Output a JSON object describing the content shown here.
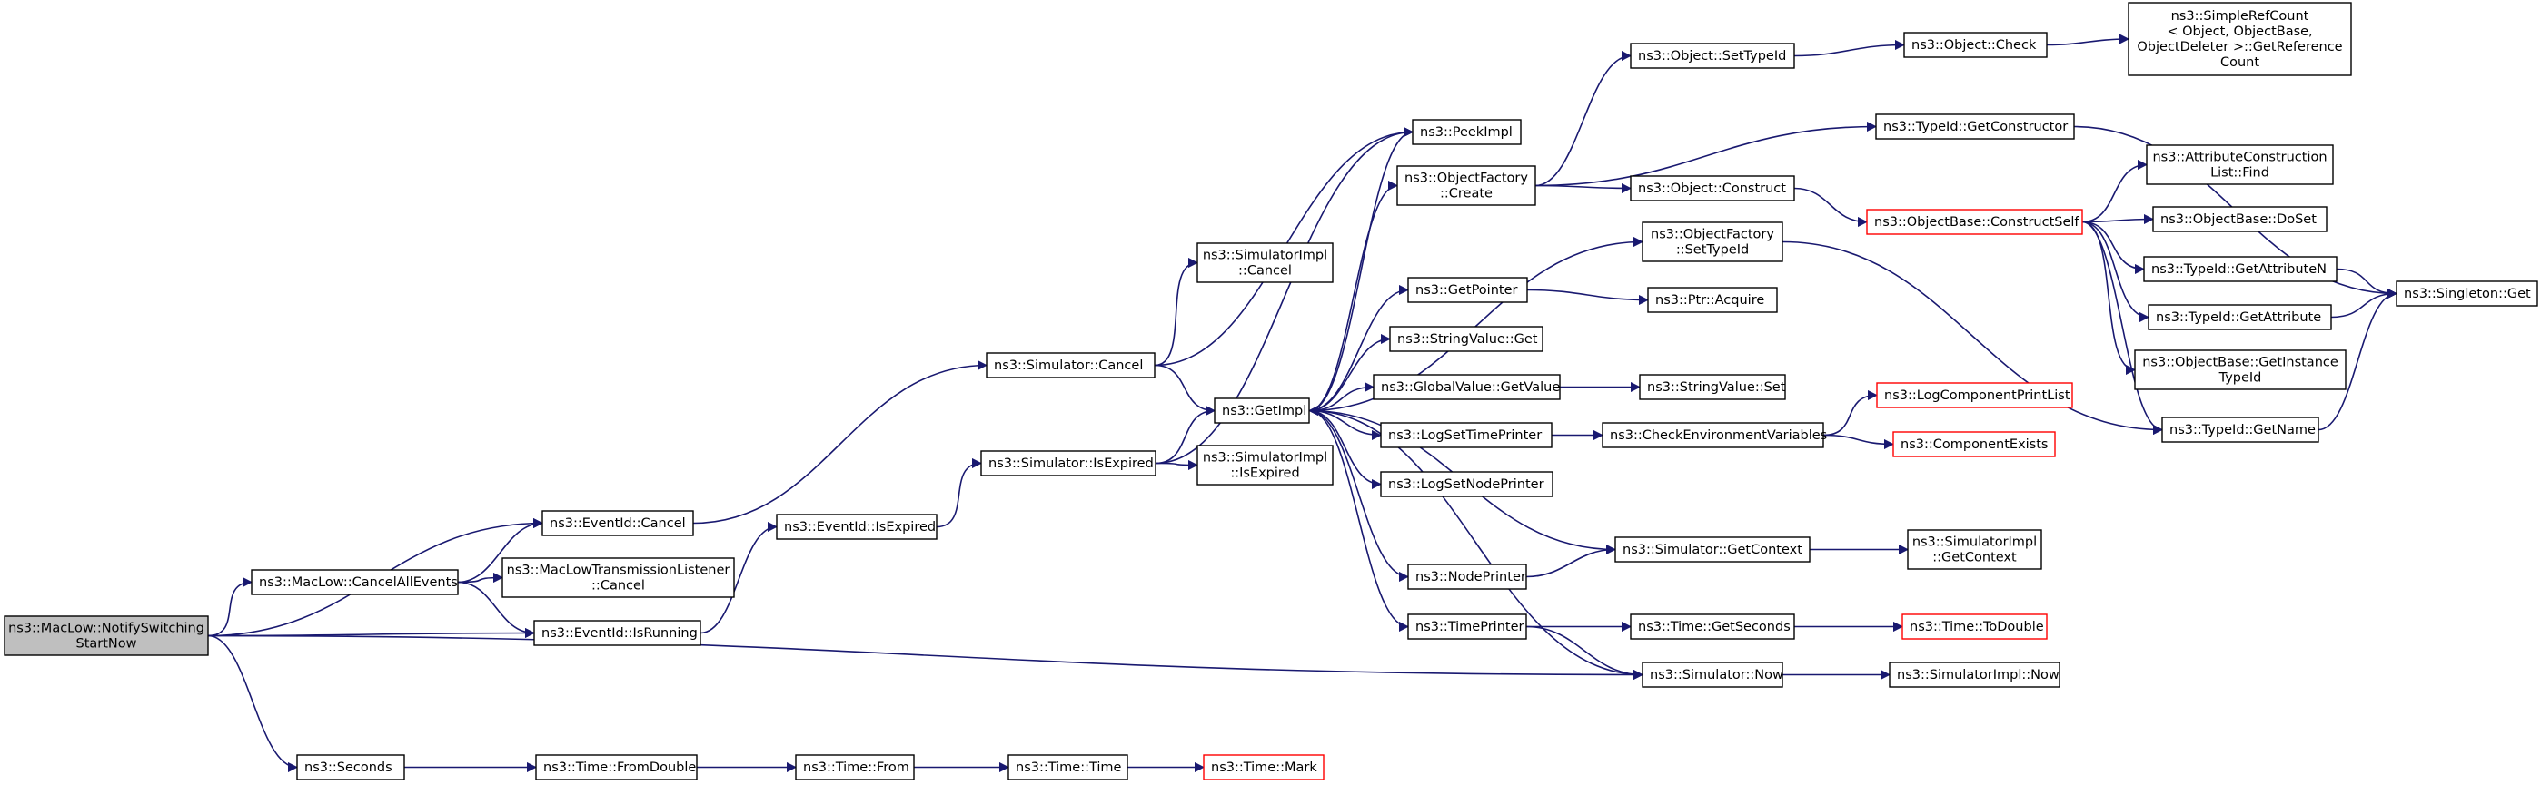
{
  "graph": {
    "nodes": [
      {
        "id": "root",
        "lines": [
          "ns3::MacLow::NotifySwitching",
          "StartNow"
        ],
        "style": "root"
      },
      {
        "id": "eventid_cancel",
        "lines": [
          "ns3::EventId::Cancel"
        ],
        "style": "normal"
      },
      {
        "id": "maclow_cancelall",
        "lines": [
          "ns3::MacLow::CancelAllEvents"
        ],
        "style": "normal"
      },
      {
        "id": "mltl_cancel",
        "lines": [
          "ns3::MacLowTransmissionListener",
          "::Cancel"
        ],
        "style": "normal"
      },
      {
        "id": "eventid_isrunning",
        "lines": [
          "ns3::EventId::IsRunning"
        ],
        "style": "normal"
      },
      {
        "id": "seconds",
        "lines": [
          "ns3::Seconds"
        ],
        "style": "normal"
      },
      {
        "id": "time_fromdouble",
        "lines": [
          "ns3::Time::FromDouble"
        ],
        "style": "normal"
      },
      {
        "id": "time_from",
        "lines": [
          "ns3::Time::From"
        ],
        "style": "normal"
      },
      {
        "id": "time_time",
        "lines": [
          "ns3::Time::Time"
        ],
        "style": "normal"
      },
      {
        "id": "time_mark",
        "lines": [
          "ns3::Time::Mark"
        ],
        "style": "red"
      },
      {
        "id": "eventid_isexpired",
        "lines": [
          "ns3::EventId::IsExpired"
        ],
        "style": "normal"
      },
      {
        "id": "sim_cancel",
        "lines": [
          "ns3::Simulator::Cancel"
        ],
        "style": "normal"
      },
      {
        "id": "sim_isexpired",
        "lines": [
          "ns3::Simulator::IsExpired"
        ],
        "style": "normal"
      },
      {
        "id": "simimpl_cancel",
        "lines": [
          "ns3::SimulatorImpl",
          "::Cancel"
        ],
        "style": "normal"
      },
      {
        "id": "getimpl",
        "lines": [
          "ns3::GetImpl"
        ],
        "style": "normal"
      },
      {
        "id": "simimpl_isexpired",
        "lines": [
          "ns3::SimulatorImpl",
          "::IsExpired"
        ],
        "style": "normal"
      },
      {
        "id": "peekimpl",
        "lines": [
          "ns3::PeekImpl"
        ],
        "style": "normal"
      },
      {
        "id": "objfactory_create",
        "lines": [
          "ns3::ObjectFactory",
          "::Create"
        ],
        "style": "normal"
      },
      {
        "id": "getpointer",
        "lines": [
          "ns3::GetPointer"
        ],
        "style": "normal"
      },
      {
        "id": "stringvalue_get",
        "lines": [
          "ns3::StringValue::Get"
        ],
        "style": "normal"
      },
      {
        "id": "globalvalue_getvalue",
        "lines": [
          "ns3::GlobalValue::GetValue"
        ],
        "style": "normal"
      },
      {
        "id": "logsettimeprinter",
        "lines": [
          "ns3::LogSetTimePrinter"
        ],
        "style": "normal"
      },
      {
        "id": "logsetnodeprinter",
        "lines": [
          "ns3::LogSetNodePrinter"
        ],
        "style": "normal"
      },
      {
        "id": "nodeprinter",
        "lines": [
          "ns3::NodePrinter"
        ],
        "style": "normal"
      },
      {
        "id": "timeprinter",
        "lines": [
          "ns3::TimePrinter"
        ],
        "style": "normal"
      },
      {
        "id": "obj_settypeid",
        "lines": [
          "ns3::Object::SetTypeId"
        ],
        "style": "normal"
      },
      {
        "id": "obj_construct",
        "lines": [
          "ns3::Object::Construct"
        ],
        "style": "normal"
      },
      {
        "id": "objfactory_settypeid",
        "lines": [
          "ns3::ObjectFactory",
          "::SetTypeId"
        ],
        "style": "normal"
      },
      {
        "id": "ptr_acquire",
        "lines": [
          "ns3::Ptr::Acquire"
        ],
        "style": "normal"
      },
      {
        "id": "stringvalue_set",
        "lines": [
          "ns3::StringValue::Set"
        ],
        "style": "normal"
      },
      {
        "id": "checkenv",
        "lines": [
          "ns3::CheckEnvironmentVariables"
        ],
        "style": "normal"
      },
      {
        "id": "sim_getcontext",
        "lines": [
          "ns3::Simulator::GetContext"
        ],
        "style": "normal"
      },
      {
        "id": "time_getseconds",
        "lines": [
          "ns3::Time::GetSeconds"
        ],
        "style": "normal"
      },
      {
        "id": "sim_now",
        "lines": [
          "ns3::Simulator::Now"
        ],
        "style": "normal"
      },
      {
        "id": "obj_check",
        "lines": [
          "ns3::Object::Check"
        ],
        "style": "normal"
      },
      {
        "id": "typeid_getconstructor",
        "lines": [
          "ns3::TypeId::GetConstructor"
        ],
        "style": "normal"
      },
      {
        "id": "objbase_constructself",
        "lines": [
          "ns3::ObjectBase::ConstructSelf"
        ],
        "style": "red"
      },
      {
        "id": "logcomponentprintlist",
        "lines": [
          "ns3::LogComponentPrintList"
        ],
        "style": "red"
      },
      {
        "id": "componentexists",
        "lines": [
          "ns3::ComponentExists"
        ],
        "style": "red"
      },
      {
        "id": "simimpl_getcontext",
        "lines": [
          "ns3::SimulatorImpl",
          "::GetContext"
        ],
        "style": "normal"
      },
      {
        "id": "time_todouble",
        "lines": [
          "ns3::Time::ToDouble"
        ],
        "style": "red"
      },
      {
        "id": "simimpl_now",
        "lines": [
          "ns3::SimulatorImpl::Now"
        ],
        "style": "normal"
      },
      {
        "id": "simplerefcount",
        "lines": [
          "ns3::SimpleRefCount",
          "< Object, ObjectBase,",
          "ObjectDeleter >::GetReference",
          "Count"
        ],
        "style": "normal"
      },
      {
        "id": "attrconstruction_find",
        "lines": [
          "ns3::AttributeConstruction",
          "List::Find"
        ],
        "style": "normal"
      },
      {
        "id": "objbase_doset",
        "lines": [
          "ns3::ObjectBase::DoSet"
        ],
        "style": "normal"
      },
      {
        "id": "typeid_getattributen",
        "lines": [
          "ns3::TypeId::GetAttributeN"
        ],
        "style": "normal"
      },
      {
        "id": "typeid_getattribute",
        "lines": [
          "ns3::TypeId::GetAttribute"
        ],
        "style": "normal"
      },
      {
        "id": "objbase_getinstancetypeid",
        "lines": [
          "ns3::ObjectBase::GetInstance",
          "TypeId"
        ],
        "style": "normal"
      },
      {
        "id": "typeid_getname",
        "lines": [
          "ns3::TypeId::GetName"
        ],
        "style": "normal"
      },
      {
        "id": "singleton_get",
        "lines": [
          "ns3::Singleton::Get"
        ],
        "style": "normal"
      }
    ],
    "colors": {
      "edge": "#191970",
      "root_fill": "#bfbfbf",
      "red_border": "#ff0000",
      "border": "#000000"
    }
  }
}
